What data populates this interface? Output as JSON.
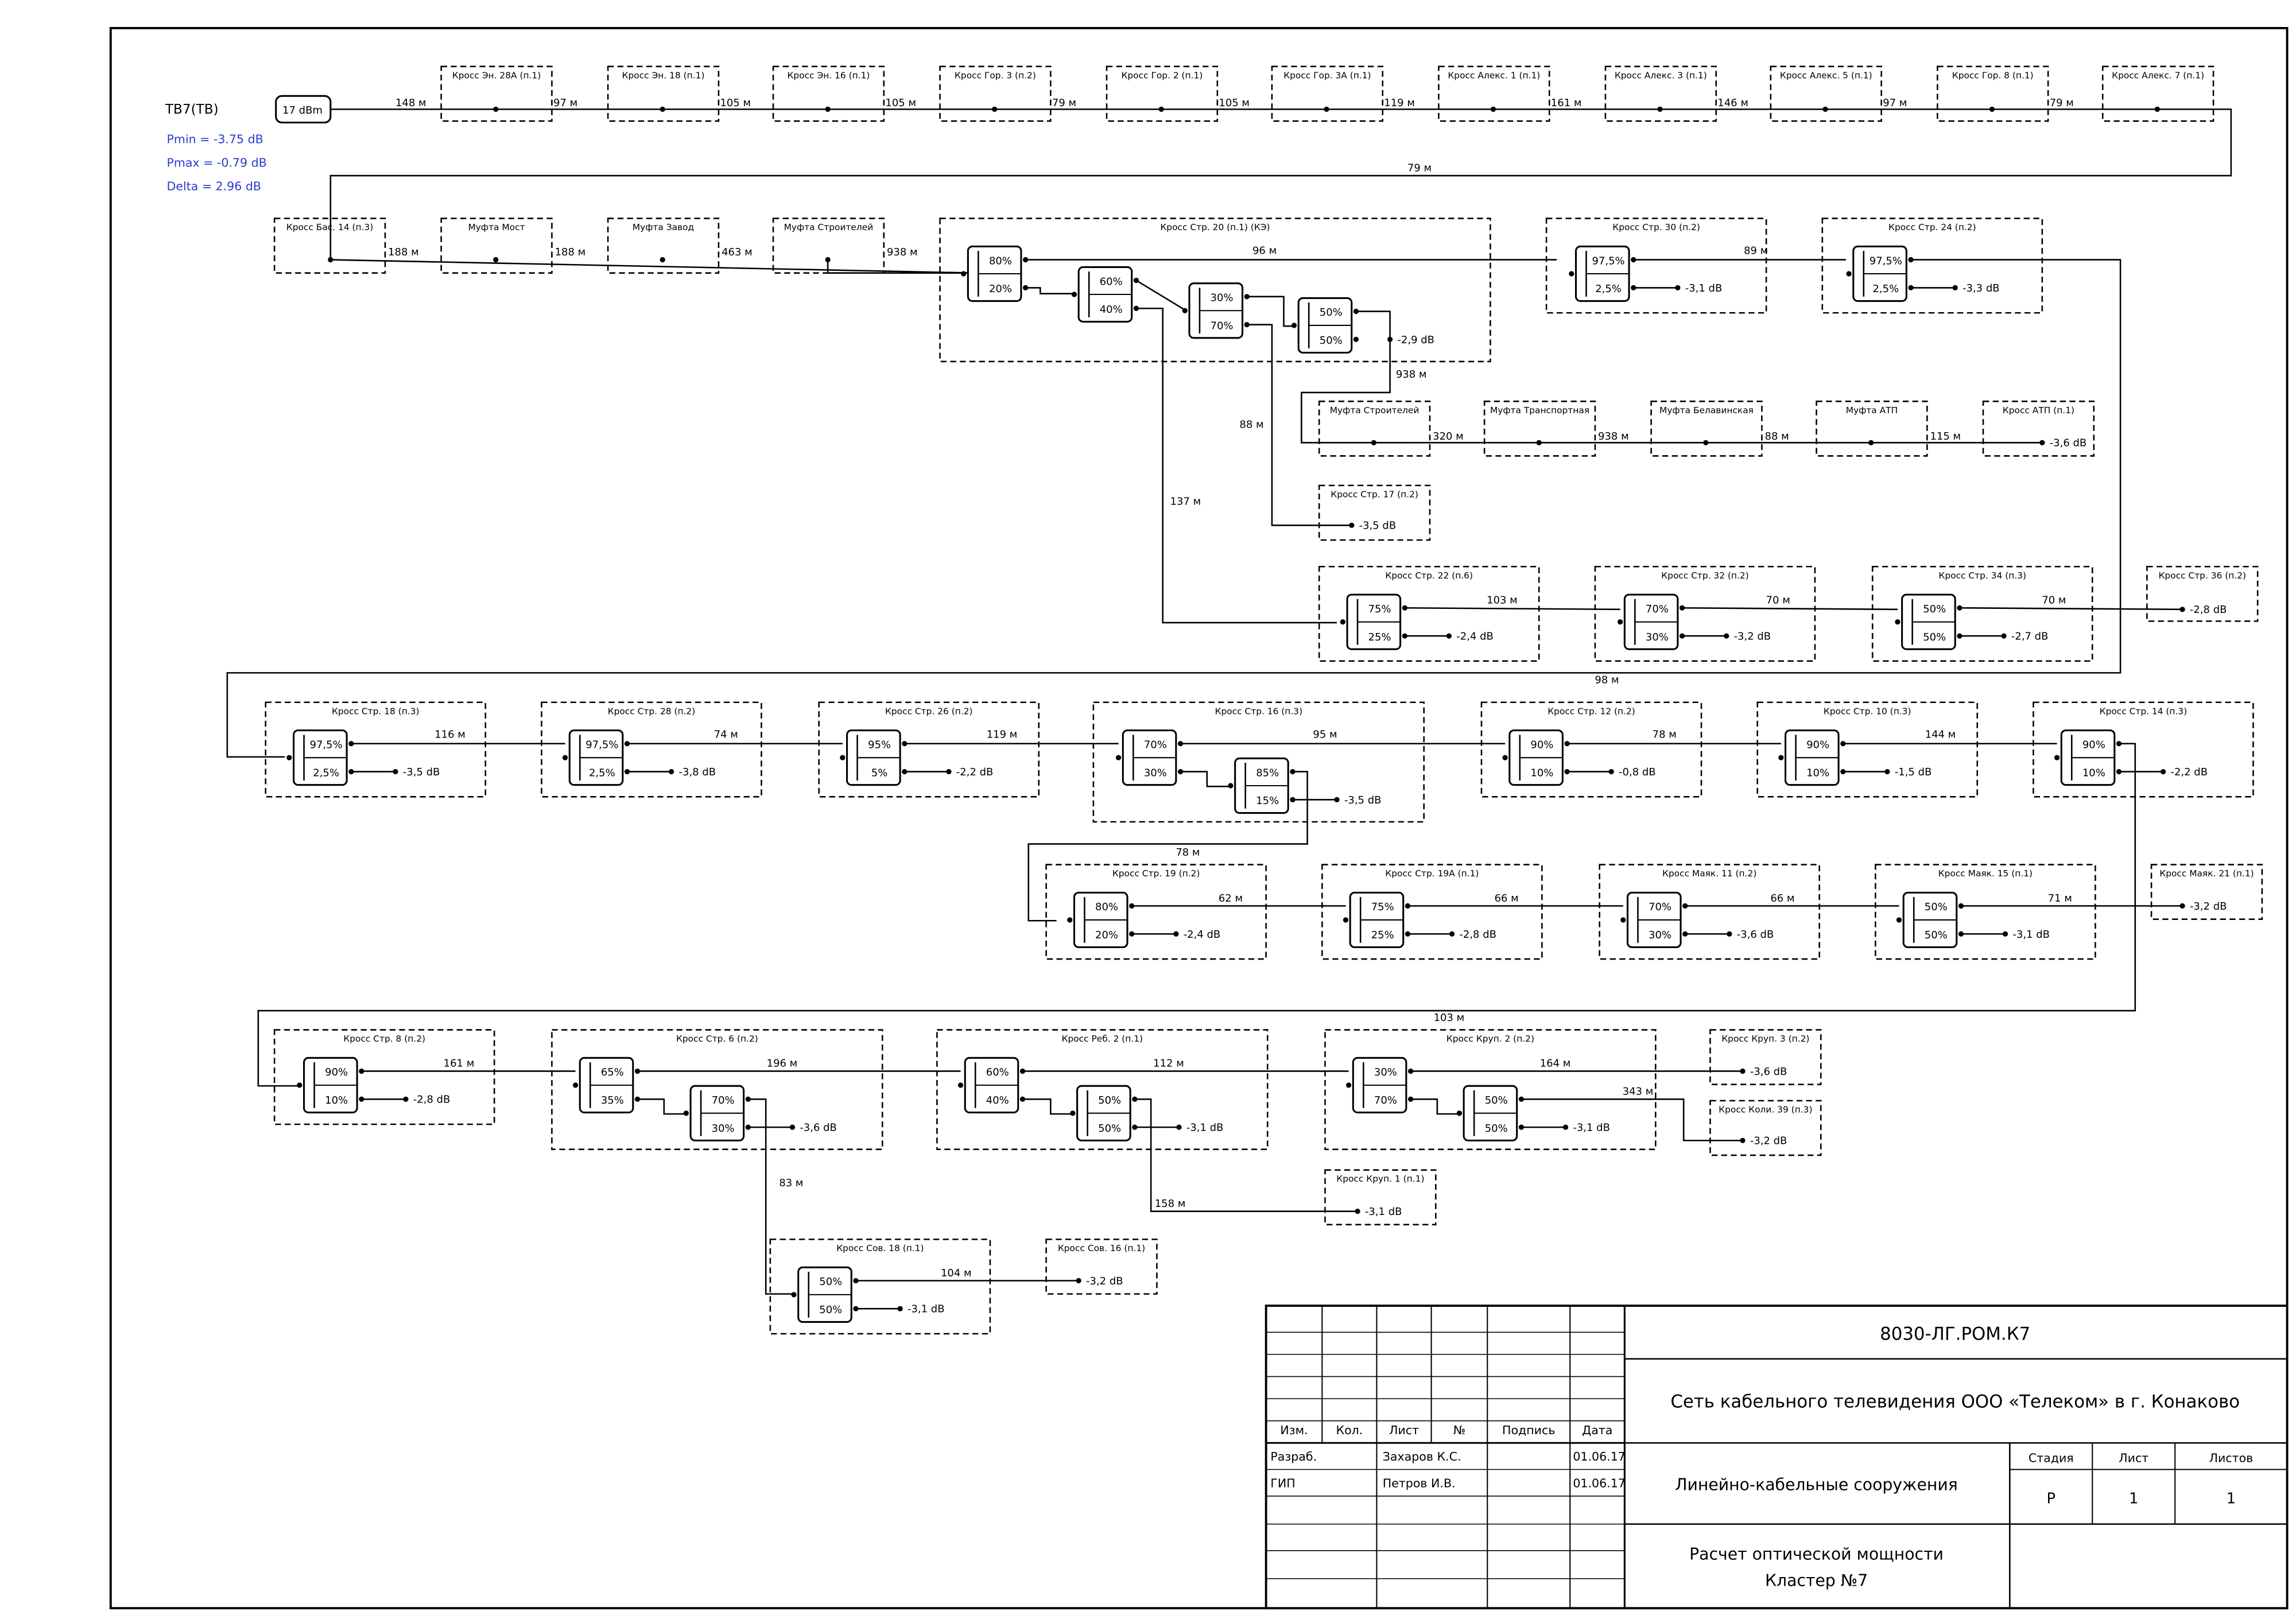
{
  "header": {
    "source_label": "ТВ7(ТВ)",
    "source_power": "17 dBm",
    "pmin": "Pmin = -3.75 dB",
    "pmax": "Pmax = -0.79 dB",
    "delta": "Delta = 2.96 dB"
  },
  "top_row": {
    "first_distance": "148 м",
    "boxes": [
      "Кросс Эн. 28А (п.1)",
      "Кросс Эн. 18 (п.1)",
      "Кросс Эн. 16 (п.1)",
      "Кросс Гор. 3 (п.2)",
      "Кросс Гор. 2 (п.1)",
      "Кросс Гор. 3А (п.1)",
      "Кросс Алекс. 1 (п.1)",
      "Кросс Алекс. 3 (п.1)",
      "Кросс Алекс. 5 (п.1)",
      "Кросс Гор. 8 (п.1)",
      "Кросс Алекс. 7 (п.1)"
    ],
    "distances": [
      "97 м",
      "105 м",
      "105 м",
      "79 м",
      "105 м",
      "119 м",
      "161 м",
      "146 м",
      "97 м",
      "79 м"
    ],
    "return_distance": "79 м"
  },
  "row2": {
    "boxes": [
      "Кросс Бас. 14 (п.3)",
      "Муфта Мост",
      "Муфта Завод",
      "Муфта Строителей"
    ],
    "distances": [
      "188 м",
      "188 м",
      "463 м",
      "938 м"
    ]
  },
  "k20": {
    "title": "Кросс Стр. 20 (п.1) (КЭ)",
    "dist": "96 м",
    "s1": [
      "80%",
      "20%"
    ],
    "s2": [
      "60%",
      "40%"
    ],
    "s3": [
      "30%",
      "70%"
    ],
    "s4": [
      "50%",
      "50%"
    ],
    "loss": "-2,9 dB",
    "d938": "938 м",
    "d88": "88 м",
    "d137": "137 м"
  },
  "k30": {
    "title": "Кросс Стр. 30 (п.2)",
    "dist": "89 м",
    "s": [
      "97,5%",
      "2,5%"
    ],
    "loss": "-3,1 dB"
  },
  "k24": {
    "title": "Кросс Стр. 24 (п.2)",
    "s": [
      "97,5%",
      "2,5%"
    ],
    "loss": "-3,3 dB"
  },
  "mid_row": {
    "boxes": [
      "Муфта Строителей",
      "Муфта Транспортная",
      "Муфта Белавинская",
      "Муфта АТП",
      "Кросс АТП (п.1)"
    ],
    "distances": [
      "320 м",
      "938 м",
      "88 м",
      "115 м"
    ],
    "loss": "-3,6 dB"
  },
  "k17": {
    "title": "Кросс Стр. 17 (п.2)",
    "loss": "-3,5 dB"
  },
  "row3": {
    "k22": {
      "title": "Кросс Стр. 22 (п.6)",
      "dist": "103 м",
      "s": [
        "75%",
        "25%"
      ],
      "loss": "-2,4 dB"
    },
    "k32": {
      "title": "Кросс Стр. 32 (п.2)",
      "dist": "70 м",
      "s": [
        "70%",
        "30%"
      ],
      "loss": "-3,2 dB"
    },
    "k34": {
      "title": "Кросс Стр. 34 (п.3)",
      "dist": "70 м",
      "s": [
        "50%",
        "50%"
      ],
      "loss": "-2,7 dB"
    },
    "k36": {
      "title": "Кросс Стр. 36 (п.2)",
      "loss": "-2,8 dB"
    },
    "return_distance": "98 м"
  },
  "row4": {
    "k18": {
      "title": "Кросс Стр. 18 (п.3)",
      "dist": "116 м",
      "s": [
        "97,5%",
        "2,5%"
      ],
      "loss": "-3,5 dB"
    },
    "k28": {
      "title": "Кросс Стр. 28 (п.2)",
      "dist": "74 м",
      "s": [
        "97,5%",
        "2,5%"
      ],
      "loss": "-3,8 dB"
    },
    "k26": {
      "title": "Кросс Стр. 26 (п.2)",
      "dist": "119 м",
      "s": [
        "95%",
        "5%"
      ],
      "loss": "-2,2 dB"
    },
    "k16": {
      "title": "Кросс Стр. 16 (п.3)",
      "dist": "95 м",
      "s1": [
        "70%",
        "30%"
      ],
      "s2": [
        "85%",
        "15%"
      ],
      "loss": "-3,5 dB"
    },
    "k12": {
      "title": "Кросс Стр. 12 (п.2)",
      "dist": "78 м",
      "s": [
        "90%",
        "10%"
      ],
      "loss": "-0,8 dB"
    },
    "k10": {
      "title": "Кросс Стр. 10 (п.3)",
      "dist": "144 м",
      "s": [
        "90%",
        "10%"
      ],
      "loss": "-1,5 dB"
    },
    "k14": {
      "title": "Кросс Стр. 14 (п.3)",
      "s": [
        "90%",
        "10%"
      ],
      "loss": "-2,2 dB"
    },
    "d78": "78 м"
  },
  "row5": {
    "k19": {
      "title": "Кросс Стр. 19 (п.2)",
      "dist": "62 м",
      "s": [
        "80%",
        "20%"
      ],
      "loss": "-2,4 dB"
    },
    "k19a": {
      "title": "Кросс Стр. 19А (п.1)",
      "dist": "66 м",
      "s": [
        "75%",
        "25%"
      ],
      "loss": "-2,8 dB"
    },
    "km11": {
      "title": "Кросс Маяк. 11 (п.2)",
      "dist": "66 м",
      "s": [
        "70%",
        "30%"
      ],
      "loss": "-3,6 dB"
    },
    "km15": {
      "title": "Кросс Маяк. 15 (п.1)",
      "dist": "71 м",
      "s": [
        "50%",
        "50%"
      ],
      "loss": "-3,1 dB"
    },
    "km21": {
      "title": "Кросс Маяк. 21 (п.1)",
      "loss": "-3,2 dB"
    },
    "return_distance": "103 м"
  },
  "row6": {
    "k8": {
      "title": "Кросс Стр. 8 (п.2)",
      "dist": "161 м",
      "s": [
        "90%",
        "10%"
      ],
      "loss": "-2,8 dB"
    },
    "k6": {
      "title": "Кросс Стр. 6 (п.2)",
      "dist": "196 м",
      "s1": [
        "65%",
        "35%"
      ],
      "s2": [
        "70%",
        "30%"
      ],
      "loss": "-3,6 dB"
    },
    "kr2": {
      "title": "Кросс Реб. 2 (п.1)",
      "dist": "112 м",
      "s1": [
        "60%",
        "40%"
      ],
      "s2": [
        "50%",
        "50%"
      ],
      "loss": "-3,1 dB"
    },
    "kk2": {
      "title": "Кросс Круп. 2 (п.2)",
      "dist": "164 м",
      "dist2": "343 м",
      "s1": [
        "30%",
        "70%"
      ],
      "s2": [
        "50%",
        "50%"
      ],
      "loss": "-3,1 dB"
    },
    "kk3": {
      "title": "Кросс Круп. 3 (п.2)",
      "loss": "-3,6 dB"
    },
    "kkol": {
      "title": "Кросс Коли. 39 (п.3)",
      "loss": "-3,2 dB"
    },
    "kk1": {
      "title": "Кросс Круп. 1 (п.1)",
      "loss": "-3,1 dB",
      "dist": "158 м"
    },
    "d83": "83 м"
  },
  "row7": {
    "kc18": {
      "title": "Кросс Сов. 18 (п.1)",
      "dist": "104 м",
      "s": [
        "50%",
        "50%"
      ],
      "loss": "-3,1 dB"
    },
    "kc16": {
      "title": "Кросс Сов. 16 (п.1)",
      "loss": "-3,2 dB"
    }
  },
  "stamp": {
    "code": "8030-ЛГ.РОМ.К7",
    "project": "Сеть кабельного телевидения ООО «Телеком» в г. Конаково",
    "section": "Линейно-кабельные сооружения",
    "title_line1": "Расчет оптической мощности",
    "title_line2": "Кластер №7",
    "col_headers": [
      "Изм.",
      "Кол.",
      "Лист",
      "№",
      "Подпись",
      "Дата"
    ],
    "stage_h": "Стадия",
    "sheet_h": "Лист",
    "sheets_h": "Листов",
    "stage": "Р",
    "sheet": "1",
    "sheets": "1",
    "rows": [
      {
        "role": "Разраб.",
        "name": "Захаров К.С.",
        "date": "01.06.17"
      },
      {
        "role": "ГИП",
        "name": "Петров И.В.",
        "date": "01.06.17"
      }
    ]
  }
}
